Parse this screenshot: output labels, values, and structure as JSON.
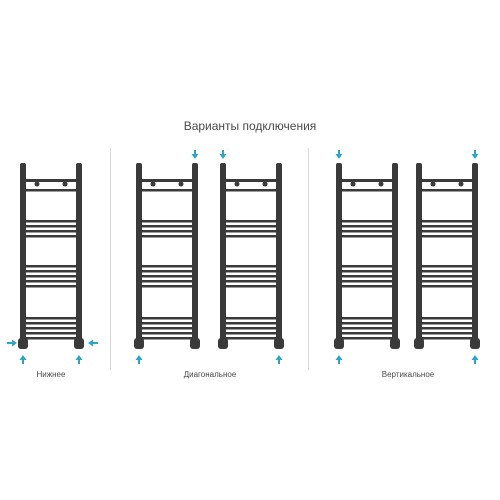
{
  "title": "Варианты подключения",
  "groups": [
    {
      "label": "Нижнее"
    },
    {
      "label": "Диагональное"
    },
    {
      "label": "Вертикальное"
    }
  ],
  "colors": {
    "rail": "#3a3a3a",
    "arrow": "#2aa7c8",
    "text": "#4a4a4a",
    "divider": "#d9d9d9"
  },
  "icons": {
    "towel_rail": "towel-rail-icon",
    "arrow": "inlet-arrow-icon"
  }
}
